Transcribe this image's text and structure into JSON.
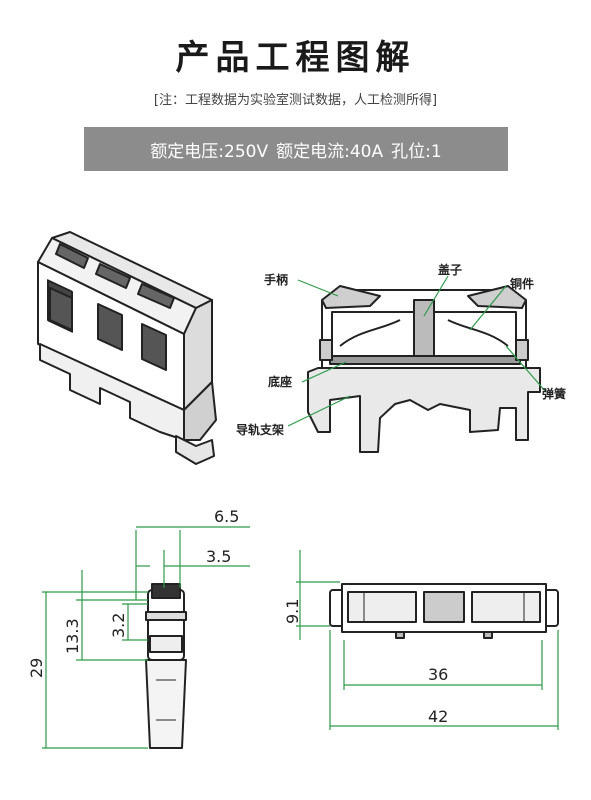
{
  "header": {
    "title": "产品工程图解",
    "note": "[注：工程数据为实验室测试数据，人工检测所得]"
  },
  "specs": {
    "voltage": "额定电压:250V",
    "current": "额定电流:40A",
    "positions": "孔位:1"
  },
  "labels": {
    "handle": "手柄",
    "cover": "盖子",
    "copper": "铜件",
    "base": "底座",
    "spring": "弹簧",
    "rail": "导轨支架"
  },
  "dimensions": {
    "d65": "6.5",
    "d35": "3.5",
    "d91": "9.1",
    "d32": "3.2",
    "d133": "13.3",
    "d29": "29",
    "d36": "36",
    "d42": "42"
  },
  "colors": {
    "dim_line": "#2e9a4a",
    "outline": "#222222",
    "banner": "#8c8c8c"
  }
}
